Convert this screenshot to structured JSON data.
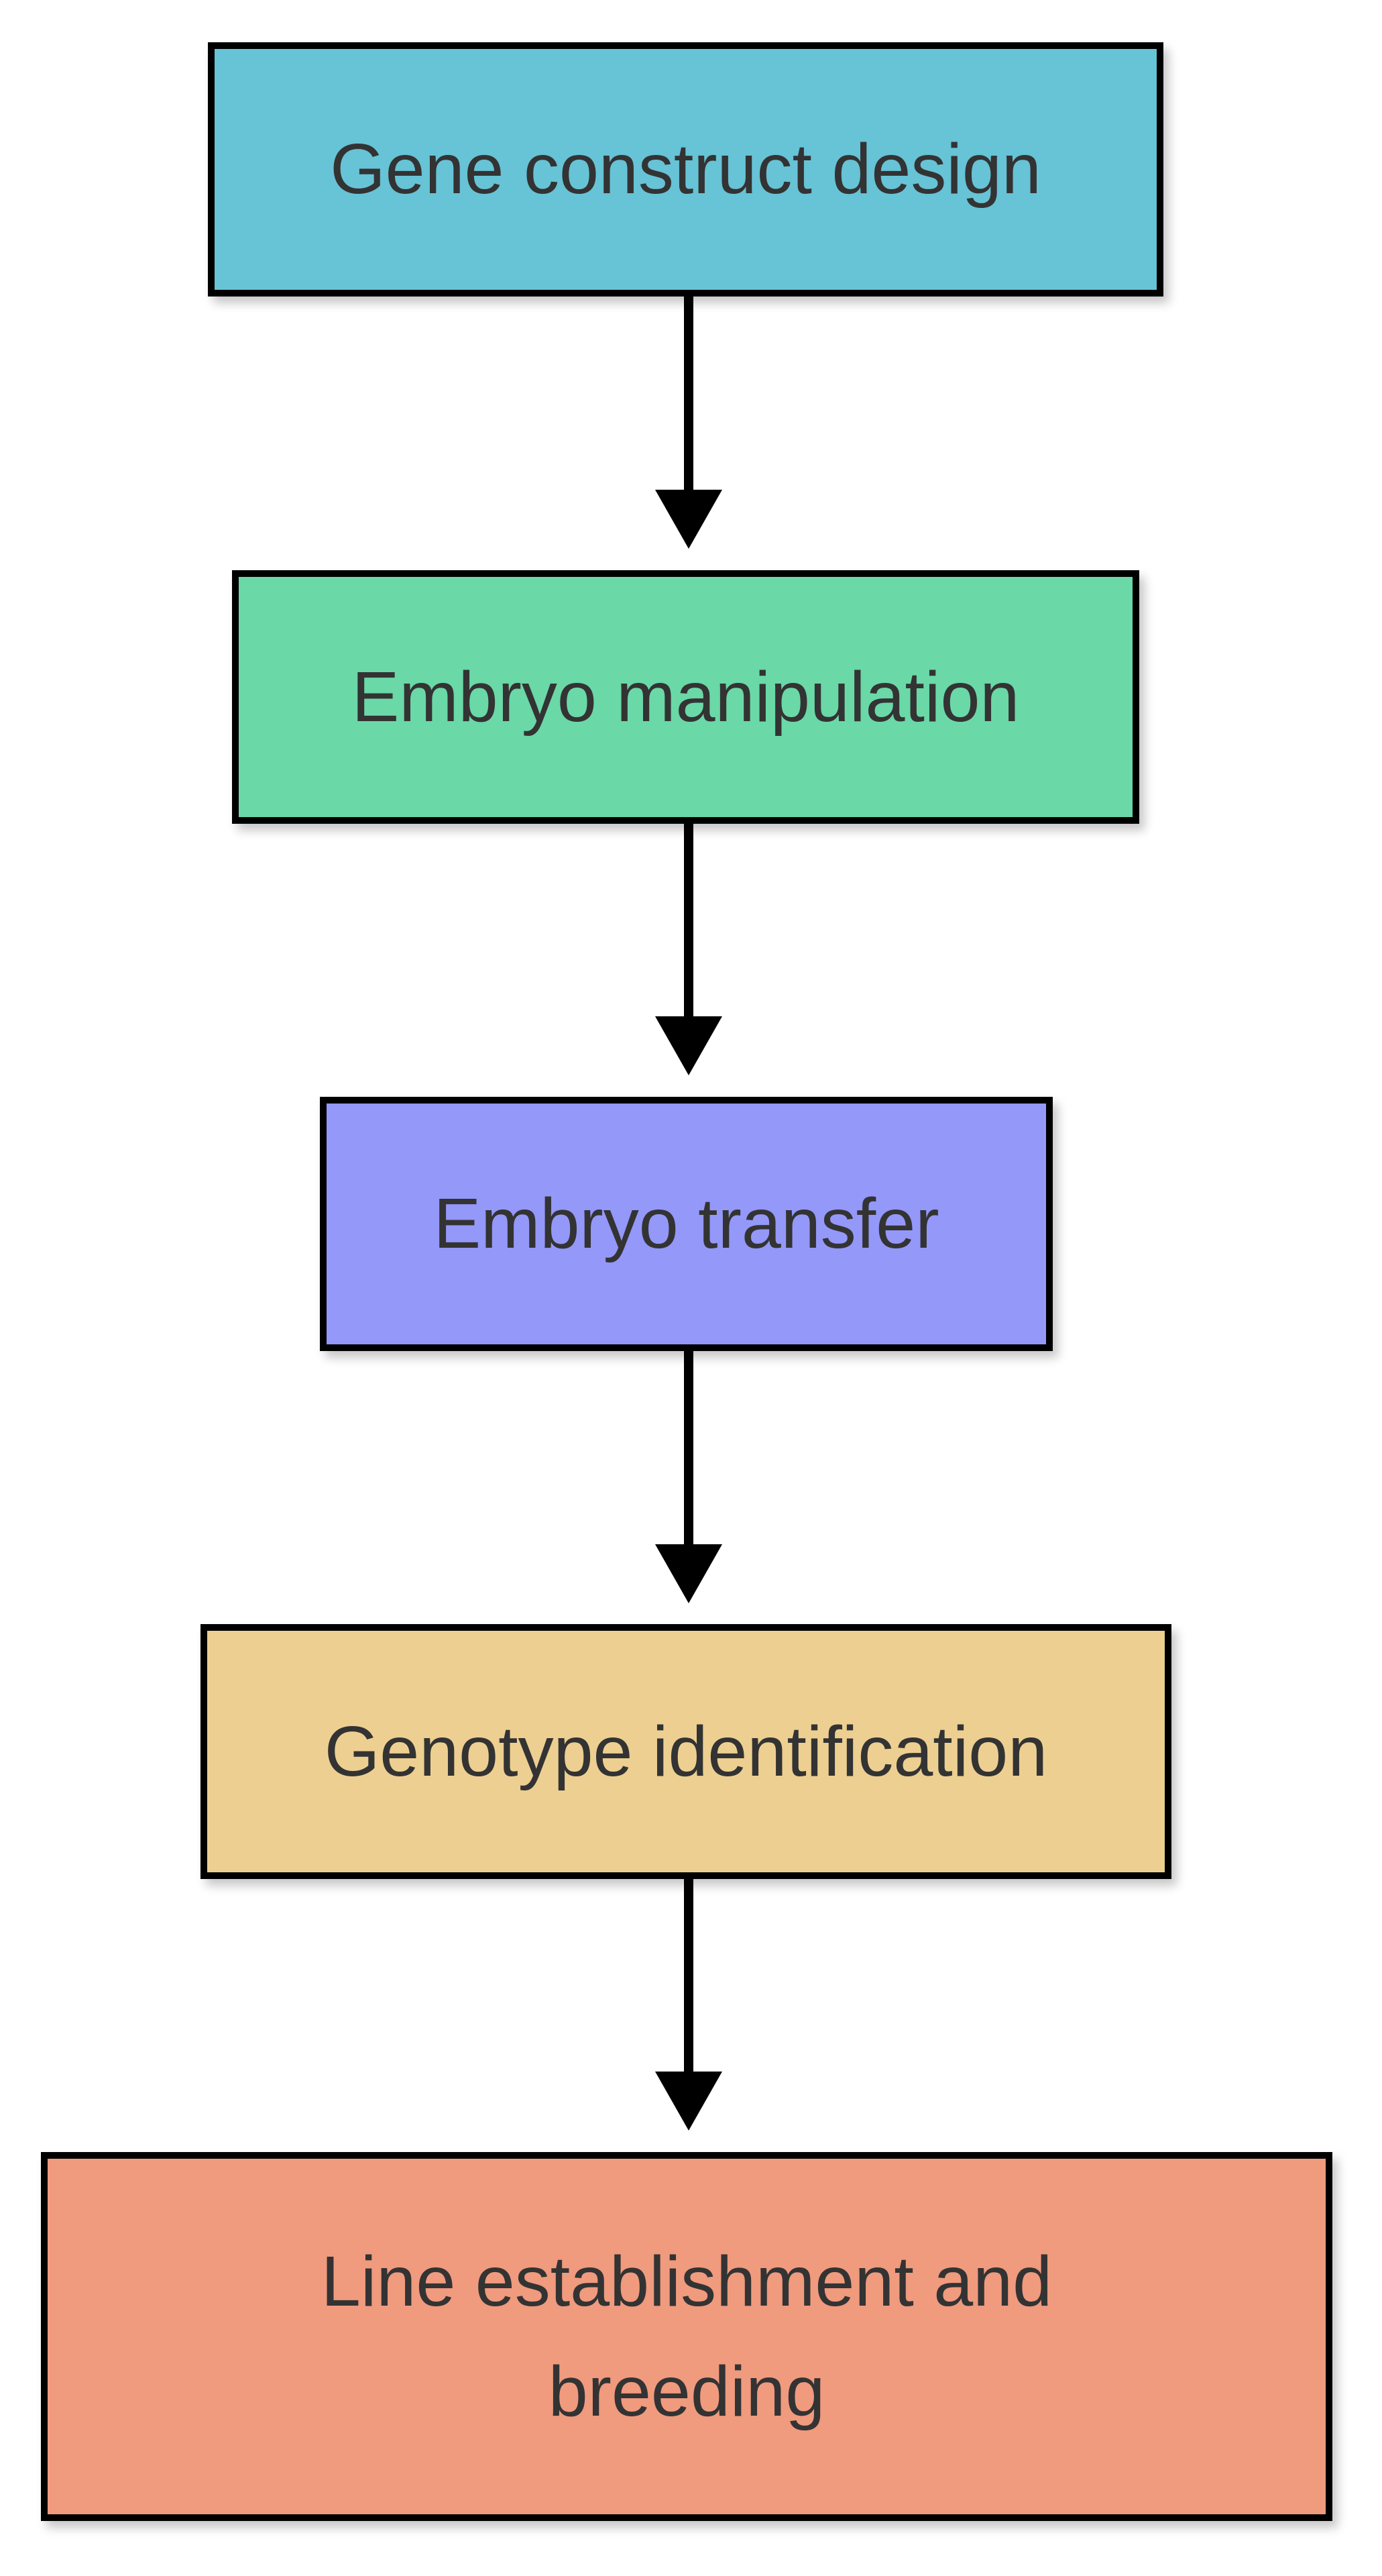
{
  "diagram": {
    "nodes": [
      {
        "id": "n1",
        "label": "Gene construct design",
        "color": "#67C3D6"
      },
      {
        "id": "n2",
        "label": "Embryo manipulation",
        "color": "#6AD8A7"
      },
      {
        "id": "n3",
        "label": "Embryo transfer",
        "color": "#9498F9"
      },
      {
        "id": "n4",
        "label": "Genotype identification",
        "color": "#EDCF91"
      },
      {
        "id": "n5",
        "label": "Line establishment and breeding",
        "color": "#F09A7E"
      }
    ],
    "edges": [
      {
        "from": "n1",
        "to": "n2"
      },
      {
        "from": "n2",
        "to": "n3"
      },
      {
        "from": "n3",
        "to": "n4"
      },
      {
        "from": "n4",
        "to": "n5"
      }
    ]
  }
}
